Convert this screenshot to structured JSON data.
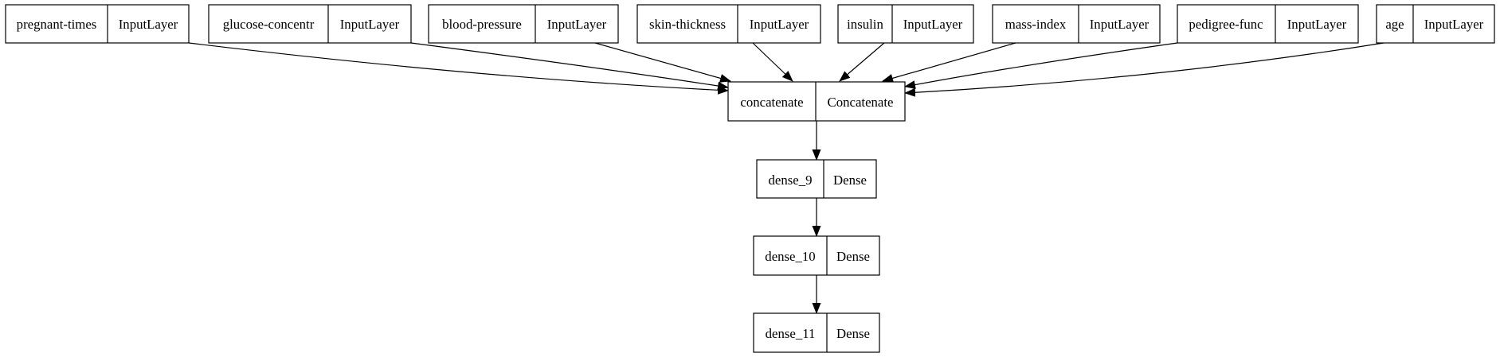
{
  "graph": {
    "inputs": [
      {
        "name": "pregnant-times",
        "type": "InputLayer"
      },
      {
        "name": "glucose-concentr",
        "type": "InputLayer"
      },
      {
        "name": "blood-pressure",
        "type": "InputLayer"
      },
      {
        "name": "skin-thickness",
        "type": "InputLayer"
      },
      {
        "name": "insulin",
        "type": "InputLayer"
      },
      {
        "name": "mass-index",
        "type": "InputLayer"
      },
      {
        "name": "pedigree-func",
        "type": "InputLayer"
      },
      {
        "name": "age",
        "type": "InputLayer"
      }
    ],
    "concat": {
      "name": "concatenate",
      "type": "Concatenate"
    },
    "dense": [
      {
        "name": "dense_9",
        "type": "Dense"
      },
      {
        "name": "dense_10",
        "type": "Dense"
      },
      {
        "name": "dense_11",
        "type": "Dense"
      }
    ]
  }
}
